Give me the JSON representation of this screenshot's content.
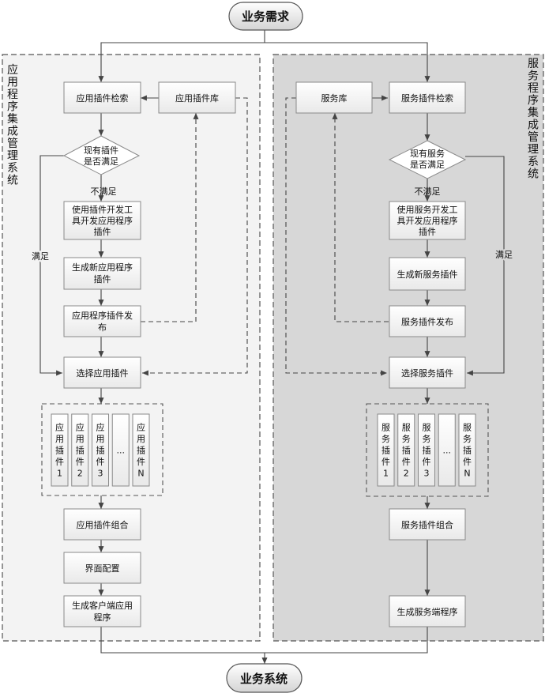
{
  "start_label": "业务需求",
  "end_label": "业务系统",
  "left_panel": {
    "title_chars": [
      "应",
      "用",
      "程",
      "序",
      "集",
      "成",
      "管",
      "理",
      "系",
      "统"
    ],
    "search": "应用插件检索",
    "library": "应用插件库",
    "decision": [
      "现有插件",
      "是否满足"
    ],
    "no_label": "不满足",
    "yes_label": "满足",
    "develop": [
      "使用插件开发工",
      "具开发应用程序",
      "插件"
    ],
    "generate": [
      "生成新应用程序",
      "插件"
    ],
    "publish": [
      "应用程序插件发",
      "布"
    ],
    "select": "选择应用插件",
    "plugins": [
      {
        "chars": [
          "应",
          "用",
          "插",
          "件",
          "1"
        ]
      },
      {
        "chars": [
          "应",
          "用",
          "插",
          "件",
          "2"
        ]
      },
      {
        "chars": [
          "应",
          "用",
          "插",
          "件",
          "3"
        ]
      },
      {
        "chars": [
          "..."
        ]
      },
      {
        "chars": [
          "应",
          "用",
          "插",
          "件",
          "N"
        ]
      }
    ],
    "combine": "应用插件组合",
    "ui_config": "界面配置",
    "client_gen": [
      "生成客户端应用",
      "程序"
    ]
  },
  "right_panel": {
    "title_chars": [
      "服",
      "务",
      "程",
      "序",
      "集",
      "成",
      "管",
      "理",
      "系",
      "统"
    ],
    "library": "服务库",
    "search": "服务插件检索",
    "decision": [
      "现有服务",
      "是否满足"
    ],
    "no_label": "不满足",
    "yes_label": "满足",
    "develop": [
      "使用服务开发工",
      "具开发应用程序",
      "插件"
    ],
    "generate": "生成新服务插件",
    "publish": "服务插件发布",
    "select": "选择服务插件",
    "plugins": [
      {
        "chars": [
          "服",
          "务",
          "插",
          "件",
          "1"
        ]
      },
      {
        "chars": [
          "服",
          "务",
          "插",
          "件",
          "2"
        ]
      },
      {
        "chars": [
          "服",
          "务",
          "插",
          "件",
          "3"
        ]
      },
      {
        "chars": [
          "..."
        ]
      },
      {
        "chars": [
          "服",
          "务",
          "插",
          "件",
          "N"
        ]
      }
    ],
    "combine": "服务插件组合",
    "server_gen": "生成服务端程序"
  }
}
